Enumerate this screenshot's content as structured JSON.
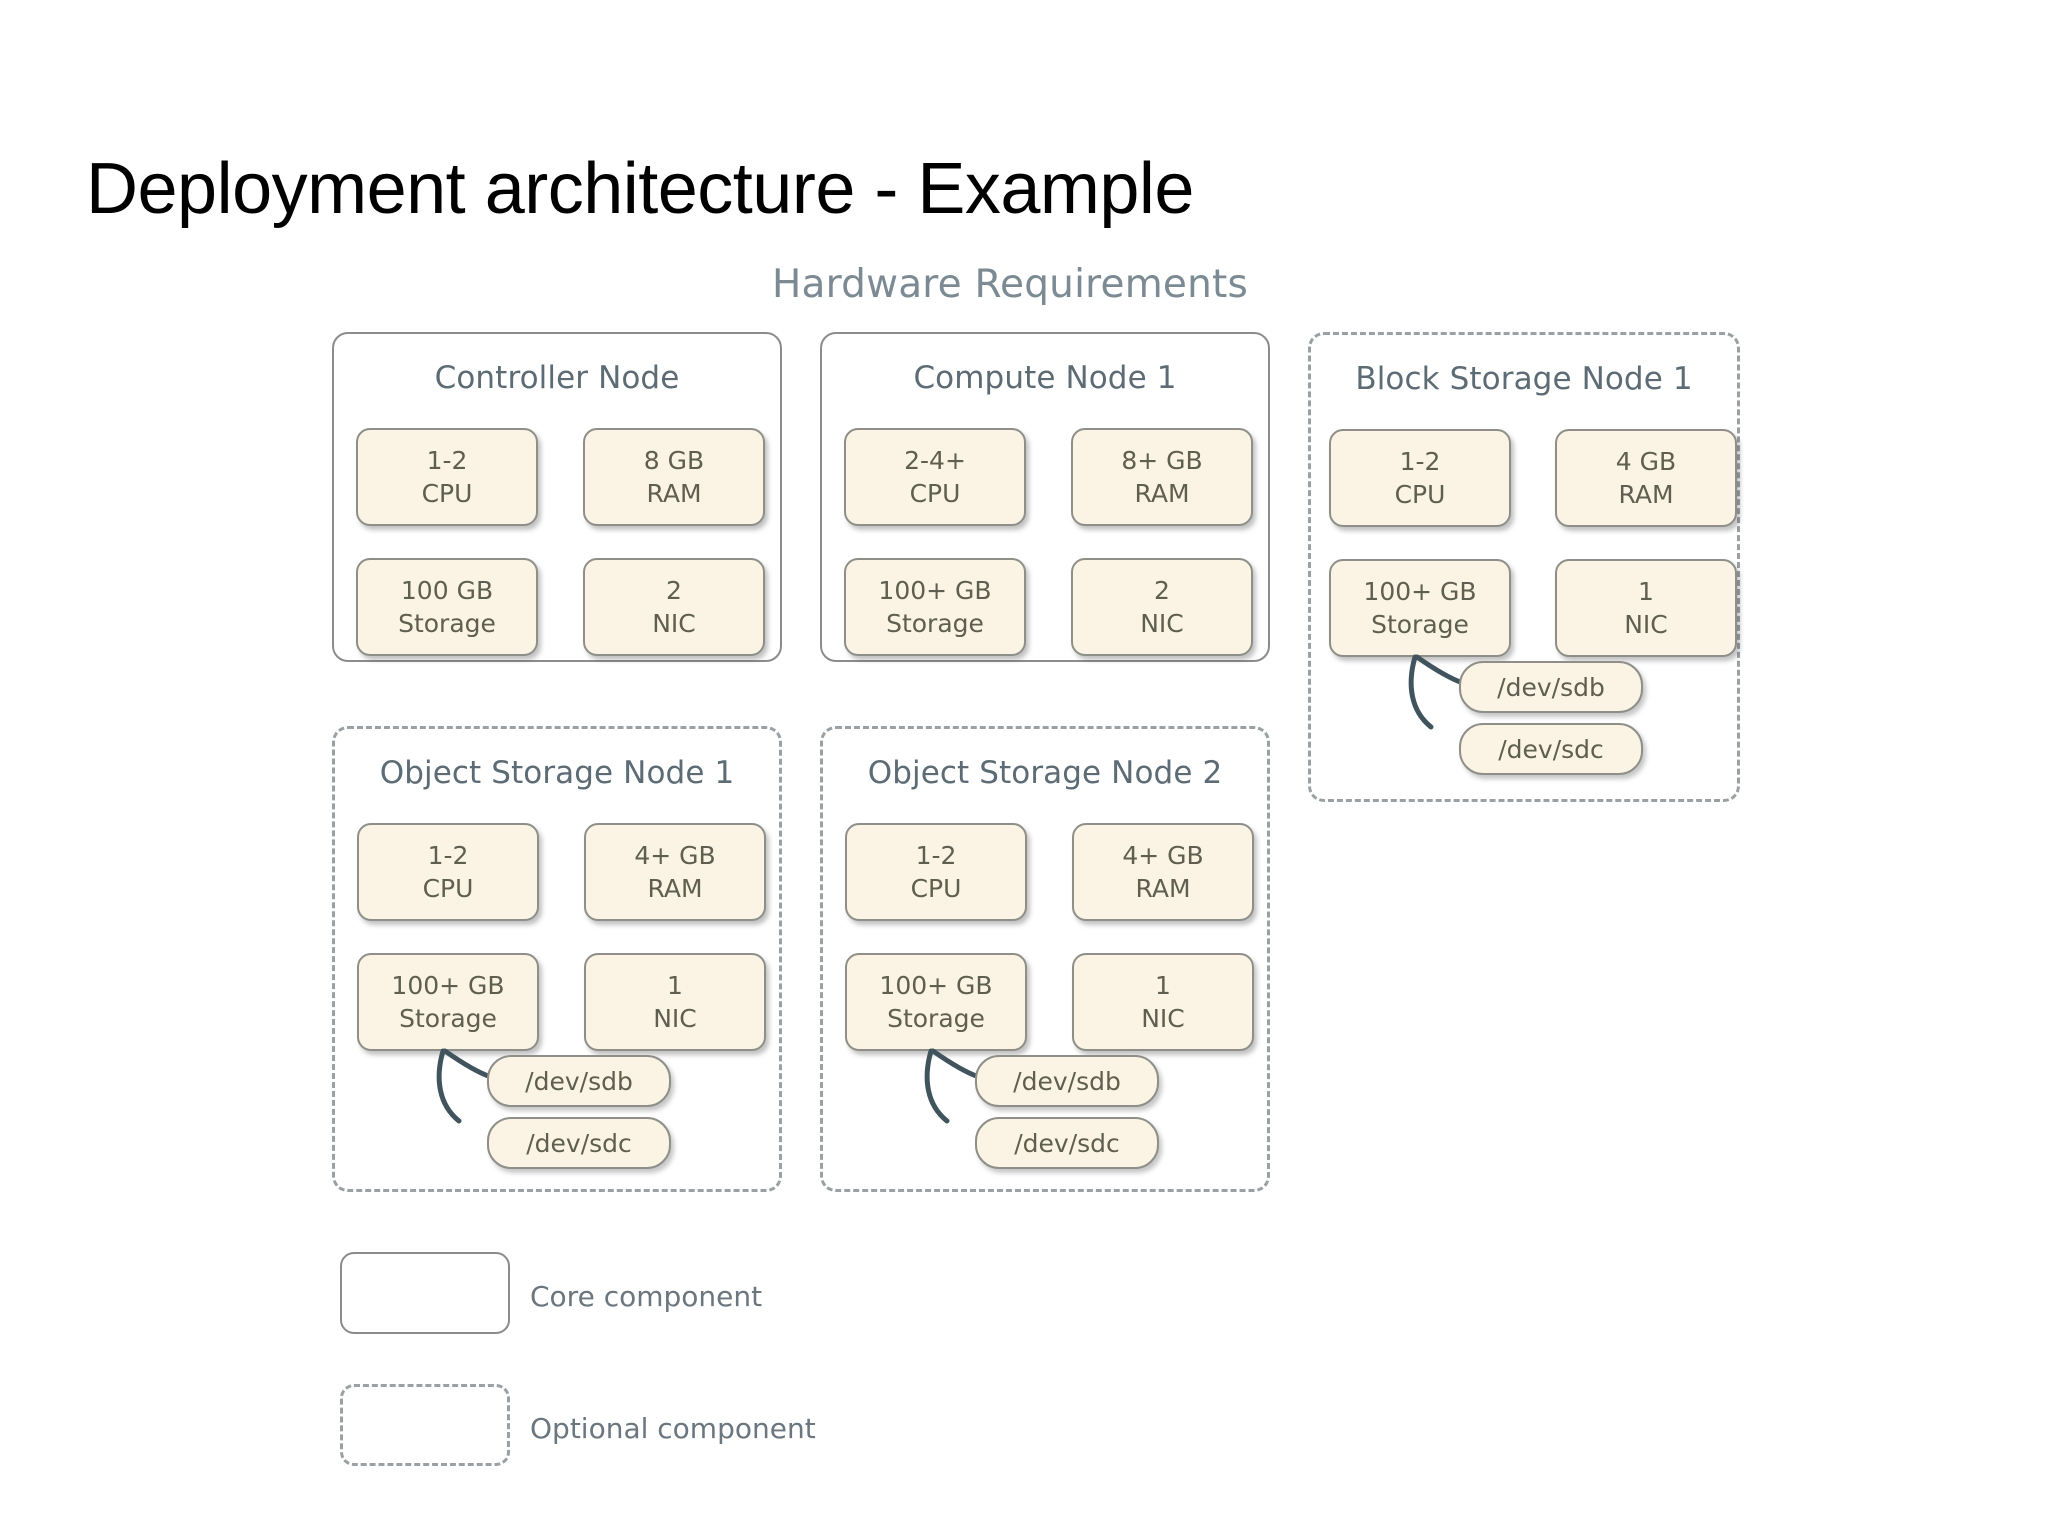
{
  "slide": {
    "title": "Deployment architecture - Example",
    "diagram_subtitle": "Hardware Requirements"
  },
  "colors": {
    "chip_fill": "#fbf4e4",
    "chip_border": "#8f8f8a",
    "chip_text": "#5e5f50",
    "node_title_text": "#5d6b74",
    "subtitle_text": "#7c8a93",
    "core_border": "#8c8c8c",
    "optional_border": "#9aa0a3",
    "connector": "#41545e",
    "title_text": "#000000"
  },
  "nodes": [
    {
      "id": "controller-node",
      "title": "Controller Node",
      "style": "core",
      "specs": [
        {
          "line1": "1-2",
          "line2": "CPU"
        },
        {
          "line1": "8 GB",
          "line2": "RAM"
        },
        {
          "line1": "100 GB",
          "line2": "Storage"
        },
        {
          "line1": "2",
          "line2": "NIC"
        }
      ],
      "devices": []
    },
    {
      "id": "compute-node-1",
      "title": "Compute Node 1",
      "style": "core",
      "specs": [
        {
          "line1": "2-4+",
          "line2": "CPU"
        },
        {
          "line1": "8+ GB",
          "line2": "RAM"
        },
        {
          "line1": "100+ GB",
          "line2": "Storage"
        },
        {
          "line1": "2",
          "line2": "NIC"
        }
      ],
      "devices": []
    },
    {
      "id": "block-storage-node-1",
      "title": "Block Storage Node 1",
      "style": "optional",
      "specs": [
        {
          "line1": "1-2",
          "line2": "CPU"
        },
        {
          "line1": "4 GB",
          "line2": "RAM"
        },
        {
          "line1": "100+ GB",
          "line2": "Storage"
        },
        {
          "line1": "1",
          "line2": "NIC"
        }
      ],
      "devices": [
        "/dev/sdb",
        "/dev/sdc"
      ]
    },
    {
      "id": "object-storage-node-1",
      "title": "Object Storage Node 1",
      "style": "optional",
      "specs": [
        {
          "line1": "1-2",
          "line2": "CPU"
        },
        {
          "line1": "4+ GB",
          "line2": "RAM"
        },
        {
          "line1": "100+ GB",
          "line2": "Storage"
        },
        {
          "line1": "1",
          "line2": "NIC"
        }
      ],
      "devices": [
        "/dev/sdb",
        "/dev/sdc"
      ]
    },
    {
      "id": "object-storage-node-2",
      "title": "Object Storage Node 2",
      "style": "optional",
      "specs": [
        {
          "line1": "1-2",
          "line2": "CPU"
        },
        {
          "line1": "4+ GB",
          "line2": "RAM"
        },
        {
          "line1": "100+ GB",
          "line2": "Storage"
        },
        {
          "line1": "1",
          "line2": "NIC"
        }
      ],
      "devices": [
        "/dev/sdb",
        "/dev/sdc"
      ]
    }
  ],
  "legend": [
    {
      "style": "core",
      "label": "Core component"
    },
    {
      "style": "optional",
      "label": "Optional component"
    }
  ]
}
